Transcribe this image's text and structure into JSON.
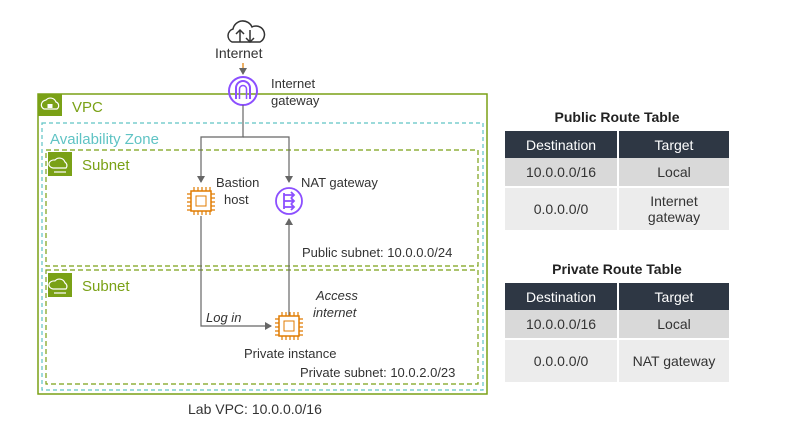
{
  "internet": {
    "label": "Internet"
  },
  "igw": {
    "label_line1": "Internet",
    "label_line2": "gateway"
  },
  "vpc": {
    "label": "VPC",
    "caption": "Lab VPC: 10.0.0.0/16"
  },
  "az": {
    "label": "Availability Zone"
  },
  "public_subnet": {
    "label": "Subnet",
    "caption": "Public subnet: 10.0.0.0/24"
  },
  "private_subnet": {
    "label": "Subnet",
    "caption": "Private subnet: 10.0.2.0/23"
  },
  "bastion": {
    "label_line1": "Bastion",
    "label_line2": "host"
  },
  "nat": {
    "label": "NAT gateway"
  },
  "private_instance": {
    "label": "Private instance"
  },
  "annotations": {
    "login": "Log in",
    "access_line1": "Access",
    "access_line2": "internet"
  },
  "public_route_table": {
    "title": "Public Route Table",
    "headers": [
      "Destination",
      "Target"
    ],
    "rows": [
      {
        "destination": "10.0.0.0/16",
        "target": "Local"
      },
      {
        "destination": "0.0.0.0/0",
        "target_line1": "Internet",
        "target_line2": "gateway"
      }
    ]
  },
  "private_route_table": {
    "title": "Private Route Table",
    "headers": [
      "Destination",
      "Target"
    ],
    "rows": [
      {
        "destination": "10.0.0.0/16",
        "target": "Local"
      },
      {
        "destination": "0.0.0.0/0",
        "target": "NAT gateway"
      }
    ]
  },
  "colors": {
    "vpc": "#7aa116",
    "az": "#5fc3c4",
    "subnet": "#7aa116",
    "instance": "#e07b00",
    "gateway": "#8c4fff",
    "table_header": "#2e3744"
  },
  "icons": [
    "cloud-icon",
    "internet-gateway-icon",
    "vpc-lock-icon",
    "subnet-icon",
    "ec2-chip-icon",
    "nat-gateway-icon"
  ]
}
